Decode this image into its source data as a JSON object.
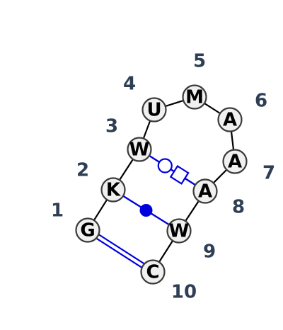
{
  "diagram": {
    "residues": [
      {
        "index": 1,
        "letter": "G",
        "label": "1"
      },
      {
        "index": 2,
        "letter": "K",
        "label": "2"
      },
      {
        "index": 3,
        "letter": "W",
        "label": "3"
      },
      {
        "index": 4,
        "letter": "U",
        "label": "4"
      },
      {
        "index": 5,
        "letter": "M",
        "label": "5"
      },
      {
        "index": 6,
        "letter": "A",
        "label": "6"
      },
      {
        "index": 7,
        "letter": "A",
        "label": "7"
      },
      {
        "index": 8,
        "letter": "A",
        "label": "8"
      },
      {
        "index": 9,
        "letter": "W",
        "label": "9"
      },
      {
        "index": 10,
        "letter": "C",
        "label": "10"
      }
    ],
    "backbone": [
      [
        1,
        2
      ],
      [
        2,
        3
      ],
      [
        3,
        4
      ],
      [
        4,
        5
      ],
      [
        5,
        6
      ],
      [
        6,
        7
      ],
      [
        7,
        8
      ],
      [
        8,
        9
      ],
      [
        9,
        10
      ]
    ],
    "pairs": [
      {
        "from": 1,
        "to": 10,
        "style": "double-line"
      },
      {
        "from": 2,
        "to": 9,
        "style": "filled-circle"
      },
      {
        "from": 3,
        "to": 8,
        "style": "open-circle-square"
      }
    ],
    "colors": {
      "pair": "#0000dd",
      "backbone": "#000000",
      "node_fill": "#f0f0f0",
      "node_stroke": "#3a3a3a",
      "label": "#2e3f55"
    }
  }
}
